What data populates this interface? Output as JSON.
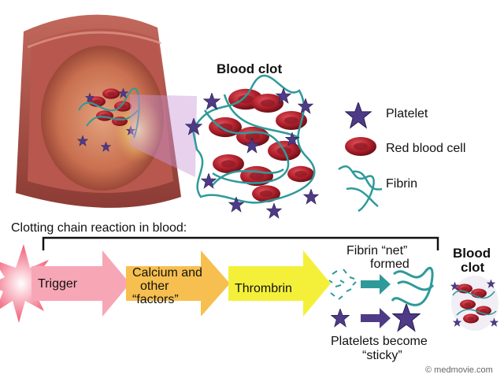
{
  "clot_title": "Blood clot",
  "legend": {
    "platelet": "Platelet",
    "red_blood_cell": "Red blood cell",
    "fibrin": "Fibrin"
  },
  "chain_title": "Clotting chain reaction in blood:",
  "stages": {
    "trigger": "Trigger",
    "calcium_line1": "Calcium and",
    "calcium_line2": "other",
    "calcium_line3": "“factors”",
    "thrombin": "Thrombrin"
  },
  "fibrin_net": {
    "line1": "Fibrin “net”",
    "line2": "formed"
  },
  "platelets_sticky": {
    "line1": "Platelets become",
    "line2": "“sticky”"
  },
  "result": {
    "line1": "Blood",
    "line2": "clot"
  },
  "credit": "© medmovie.com",
  "colors": {
    "trigger": "#f7a6b5",
    "calcium": "#f7bf4f",
    "thrombin": "#f4f03a",
    "rbc": "#b8232f",
    "platelet": "#4e3a86",
    "fibrin": "#2e9a9a",
    "vessel": "#a84f45"
  }
}
